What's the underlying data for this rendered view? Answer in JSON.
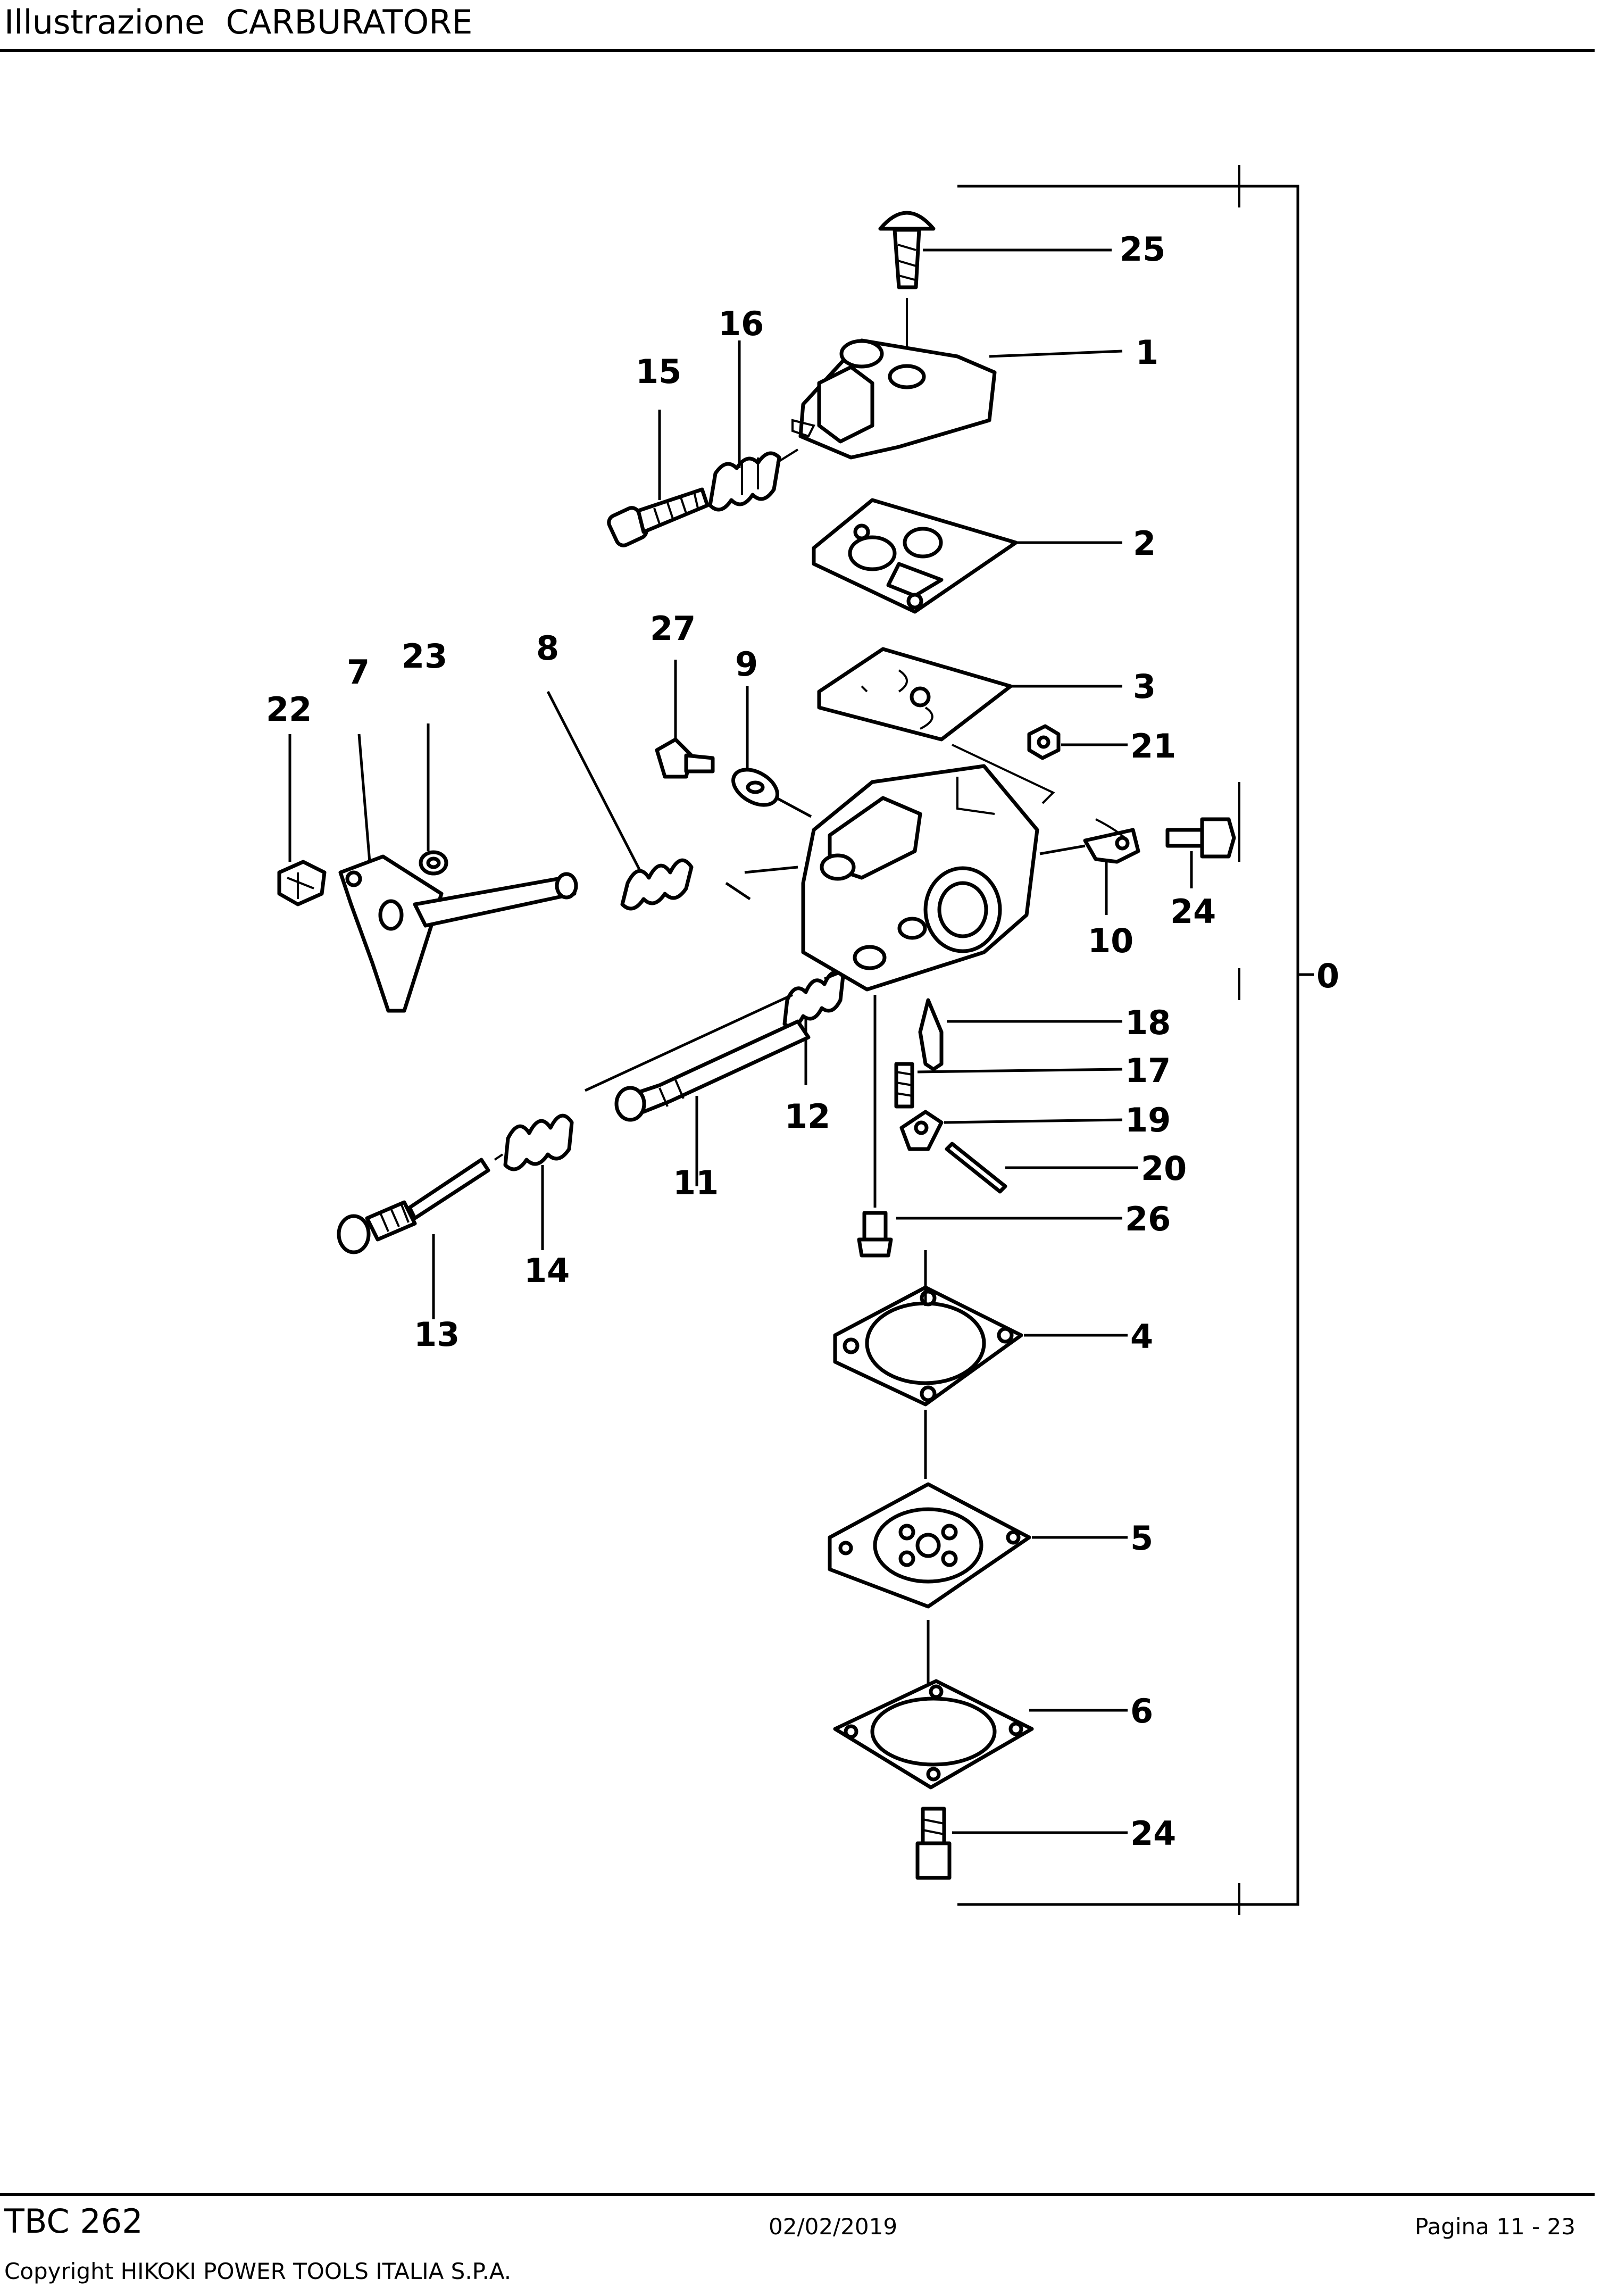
{
  "header": {
    "title": "Illustrazione  CARBURATORE"
  },
  "diagram": {
    "labels": {
      "p0": "0",
      "p1": "1",
      "p2": "2",
      "p3": "3",
      "p4": "4",
      "p5": "5",
      "p6": "6",
      "p7": "7",
      "p8": "8",
      "p9": "9",
      "p10": "10",
      "p11": "11",
      "p12": "12",
      "p13": "13",
      "p14": "14",
      "p15": "15",
      "p16": "16",
      "p17": "17",
      "p18": "18",
      "p19": "19",
      "p20": "20",
      "p21": "21",
      "p22": "22",
      "p23": "23",
      "p24a": "24",
      "p24b": "24",
      "p25": "25",
      "p26": "26",
      "p27": "27"
    }
  },
  "footer": {
    "model": "TBC 262",
    "date": "02/02/2019",
    "page": "Pagina 11 - 23",
    "copyright": "Copyright HIKOKI POWER TOOLS ITALIA S.P.A."
  }
}
